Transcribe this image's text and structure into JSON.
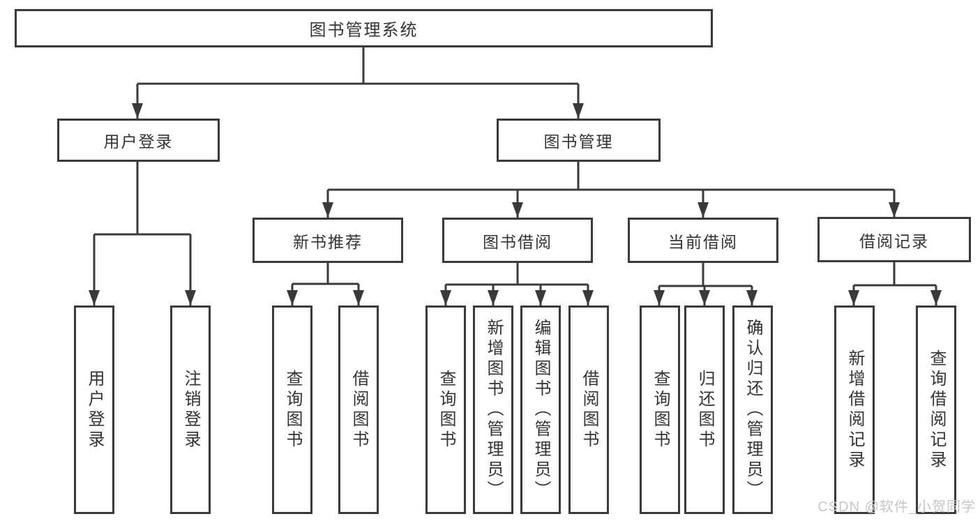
{
  "diagram": {
    "root": {
      "label": "图书管理系统"
    },
    "branches": [
      {
        "label": "用户登录",
        "children": [
          {
            "label": "用户登录"
          },
          {
            "label": "注销登录"
          }
        ]
      },
      {
        "label": "图书管理",
        "children": [
          {
            "label": "新书推荐",
            "children": [
              {
                "label": "查询图书"
              },
              {
                "label": "借阅图书"
              }
            ]
          },
          {
            "label": "图书借阅",
            "children": [
              {
                "label": "查询图书"
              },
              {
                "label": "新增图书（管理员）"
              },
              {
                "label": "编辑图书（管理员）"
              },
              {
                "label": "借阅图书"
              }
            ]
          },
          {
            "label": "当前借阅",
            "children": [
              {
                "label": "查询图书"
              },
              {
                "label": "归还图书"
              },
              {
                "label": "确认归还（管理员）"
              }
            ]
          },
          {
            "label": "借阅记录",
            "children": [
              {
                "label": "新增借阅记录"
              },
              {
                "label": "查询借阅记录"
              }
            ]
          }
        ]
      }
    ]
  },
  "colors": {
    "line": "#3a3a3a",
    "text": "#333333",
    "background": "#ffffff",
    "watermark": "#c6c6c6"
  },
  "watermark": {
    "text": "CSDN @软件_小贺同学"
  }
}
